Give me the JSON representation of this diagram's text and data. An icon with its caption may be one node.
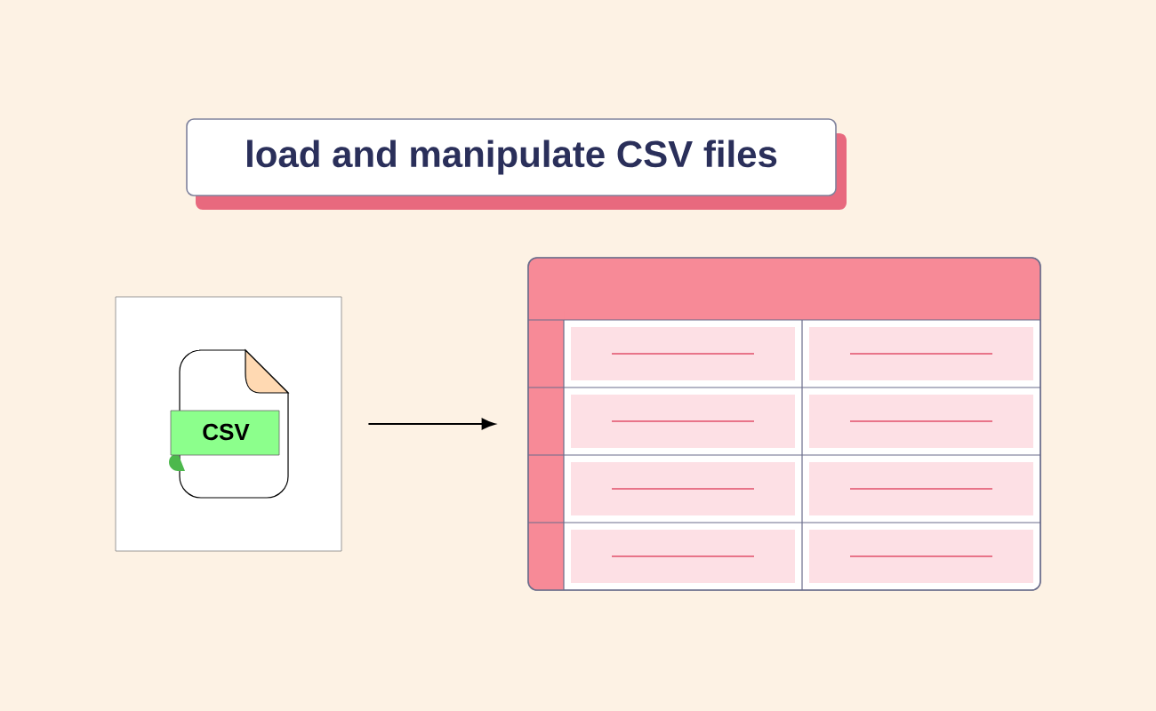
{
  "diagram": {
    "nodes": [
      {
        "text": [
          "load and manipulate CSV files"
        ]
      },
      {
        "text": [
          "CSV"
        ]
      },
      {
        "text": [],
        "shape": "box"
      }
    ],
    "edges": [
      {
        "from": 1,
        "to": 2,
        "arrow": "to"
      }
    ]
  }
}
